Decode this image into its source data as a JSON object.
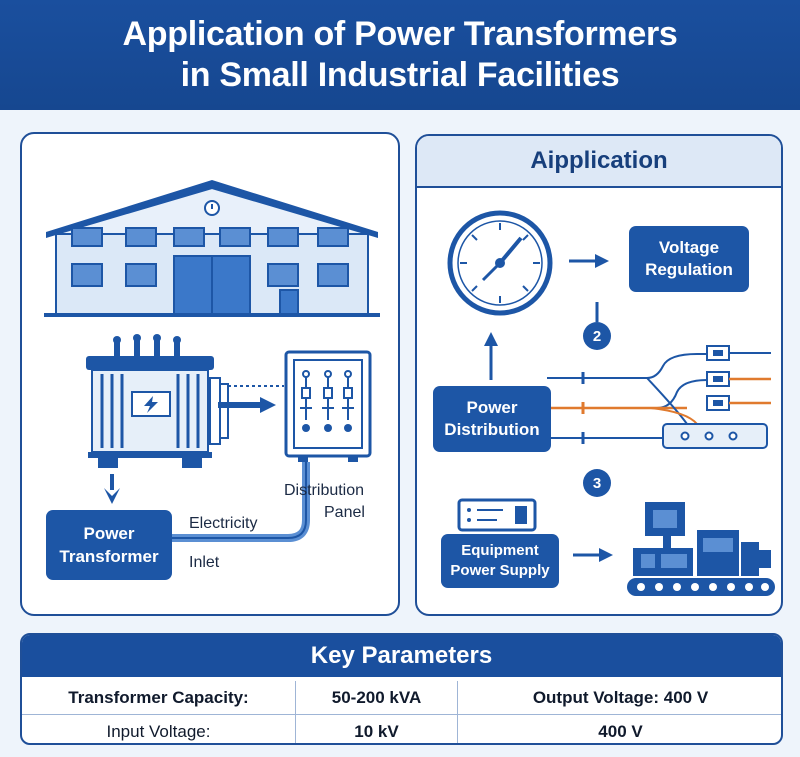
{
  "header": {
    "title_line1": "Application of Power Transformers",
    "title_line2": "in Small Industrial Facilities"
  },
  "left_panel": {
    "transformer_box_line1": "Power",
    "transformer_box_line2": "Transformer",
    "electricity_label": "Electricity",
    "inlet_label": "Inlet",
    "distribution_label_line1": "Distribution",
    "distribution_label_line2": "Panel"
  },
  "right_panel": {
    "title": "Aipplication",
    "voltage_box_line1": "Voltage",
    "voltage_box_line2": "Regulation",
    "distribution_box_line1": "Power",
    "distribution_box_line2": "Distribution",
    "equipment_box_line1": "Equipment",
    "equipment_box_line2": "Power Supply",
    "step_2": "2",
    "step_3": "3"
  },
  "key_parameters": {
    "title": "Key  Parameters",
    "rows": [
      [
        "Transformer Capacity:",
        "50-200 kVA",
        "Output Voltage: 400 V"
      ],
      [
        "Input Voltage:",
        "10 kV",
        "400 V"
      ]
    ]
  },
  "colors": {
    "primary": "#1a4f9e",
    "accent_orange": "#e07a2e",
    "background": "#eef4fb"
  }
}
